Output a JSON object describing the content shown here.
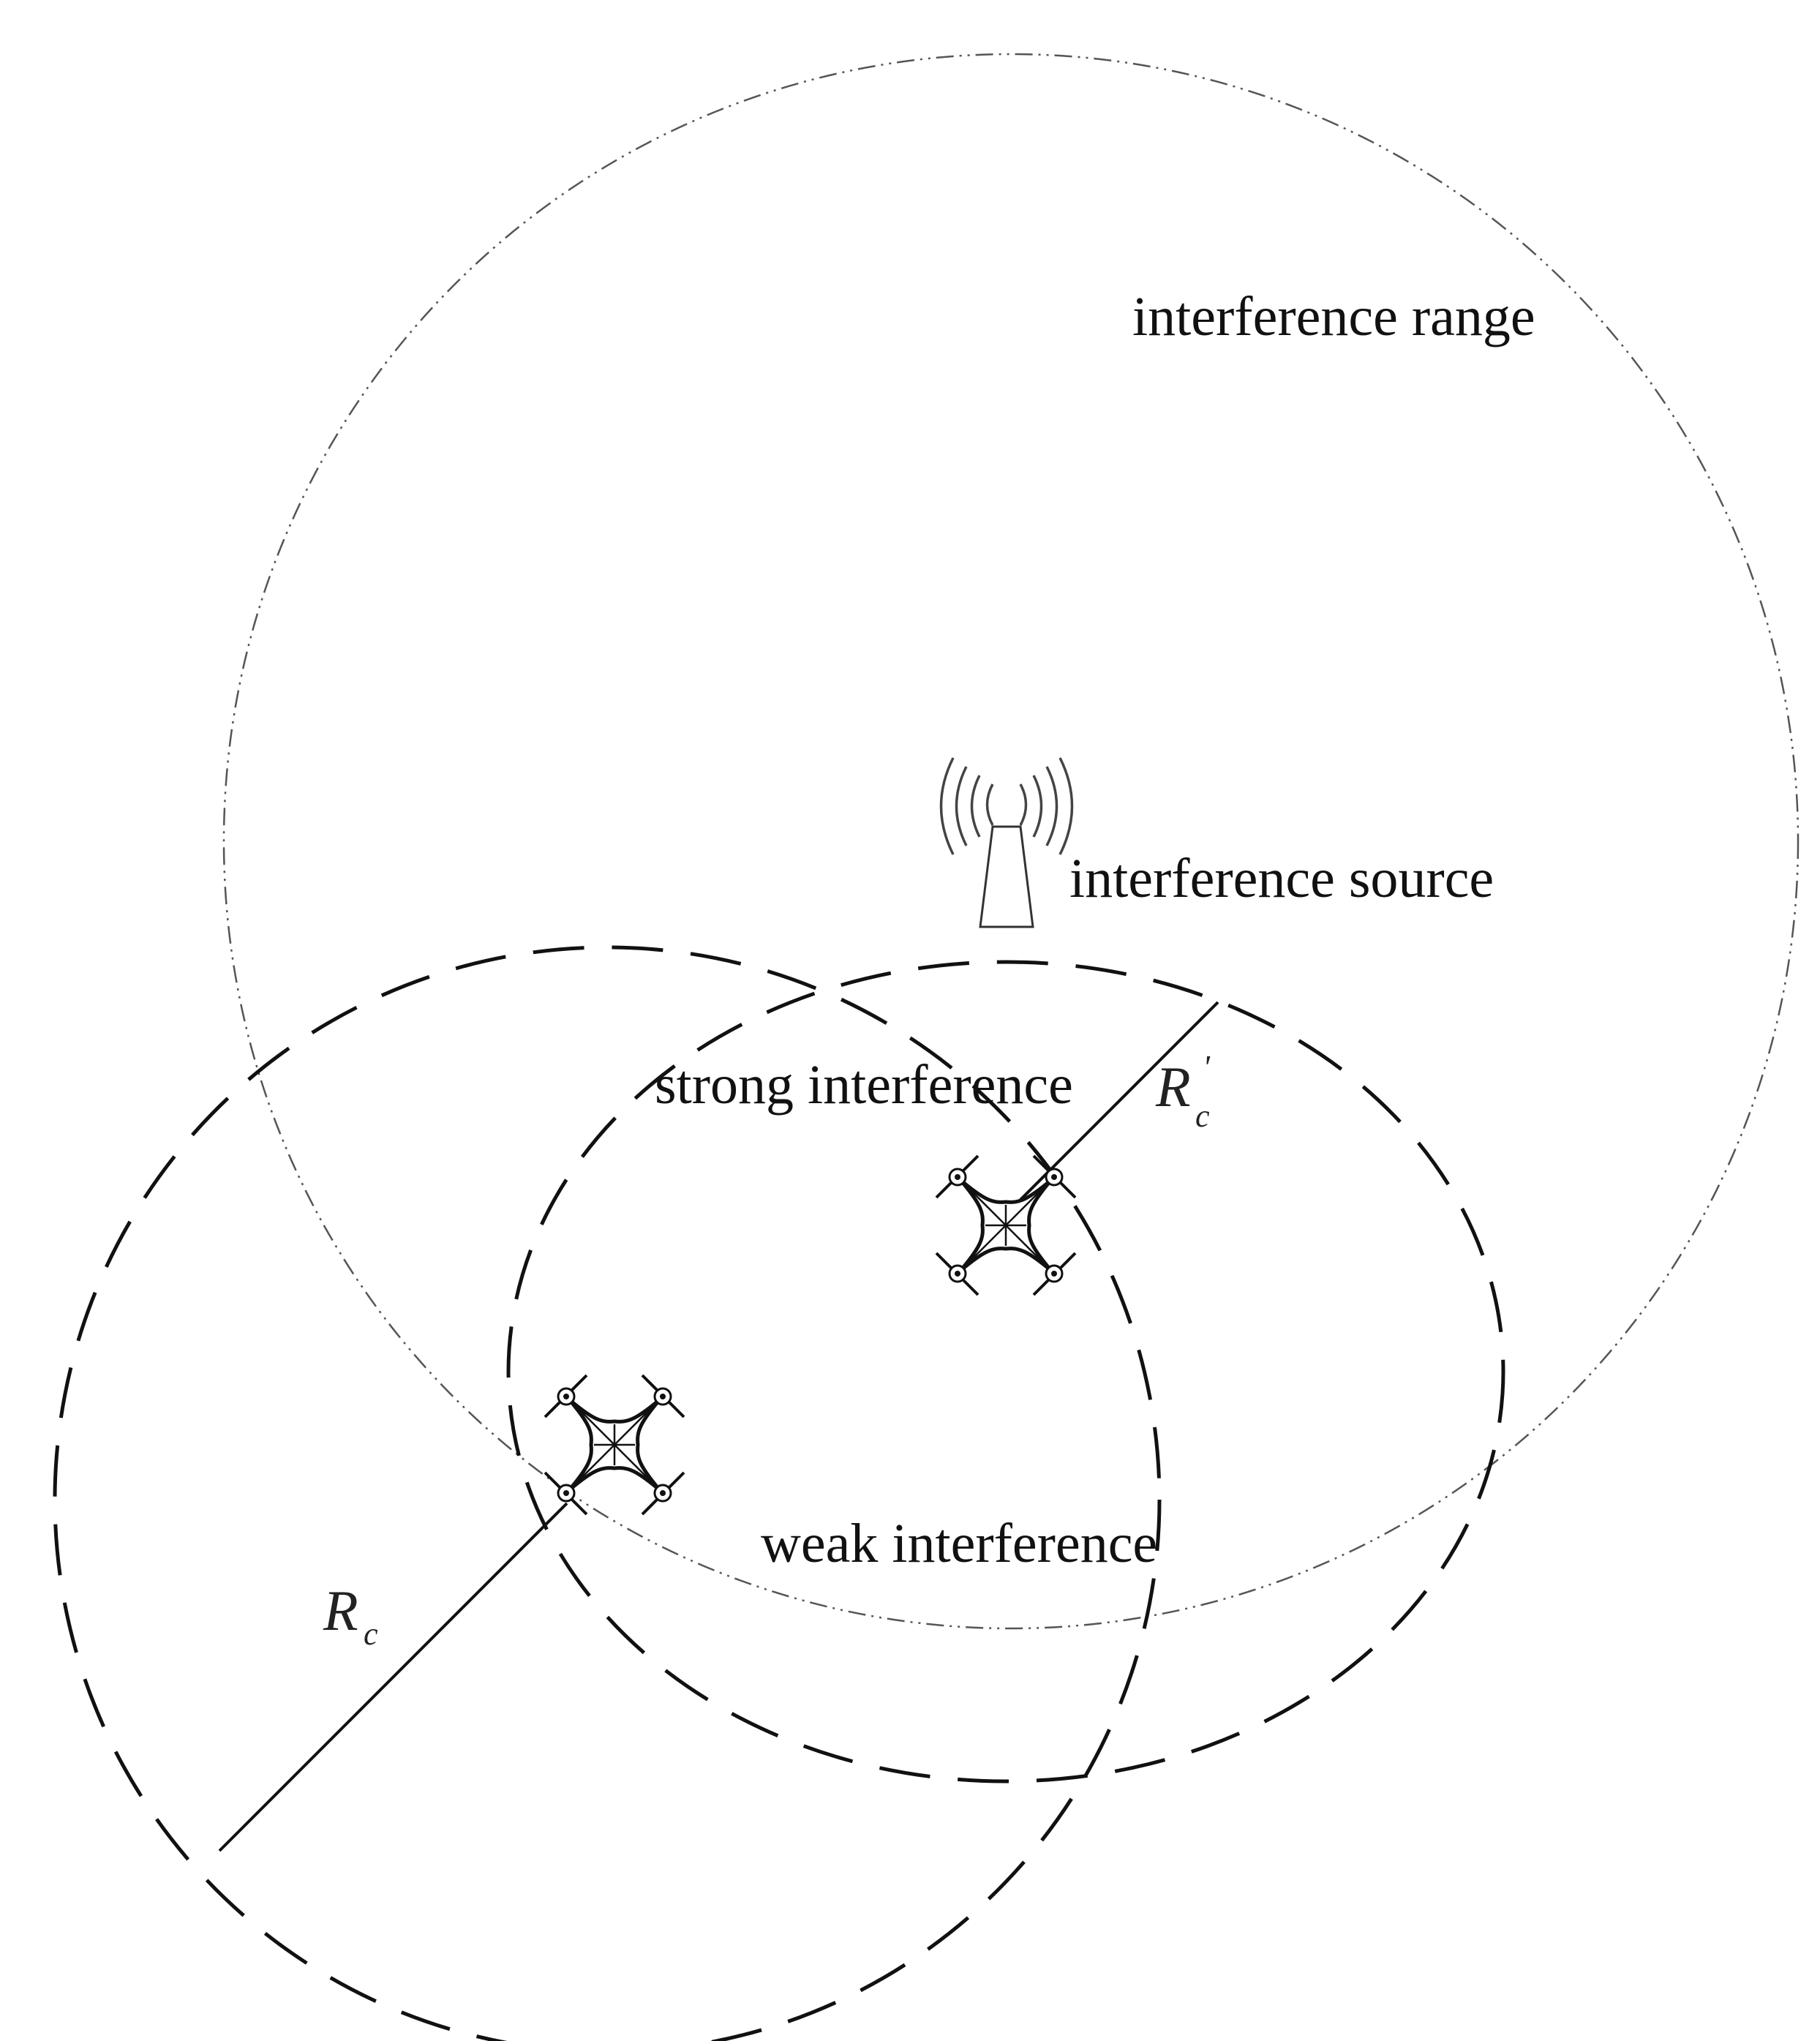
{
  "labels": {
    "interference_range": "interference range",
    "interference_source": "interference source",
    "strong_interference": "strong interference",
    "weak_interference": "weak interference",
    "radius_main": "R",
    "radius_main_sub": "c",
    "radius_prime": "R",
    "radius_prime_sub": "c",
    "radius_prime_mark": "'"
  },
  "icons": {
    "source": "radio-tower-icon",
    "drone": "quadcopter-icon"
  },
  "colors": {
    "background": "#ffffff",
    "stroke": "#111111",
    "range_stroke": "#555555"
  }
}
